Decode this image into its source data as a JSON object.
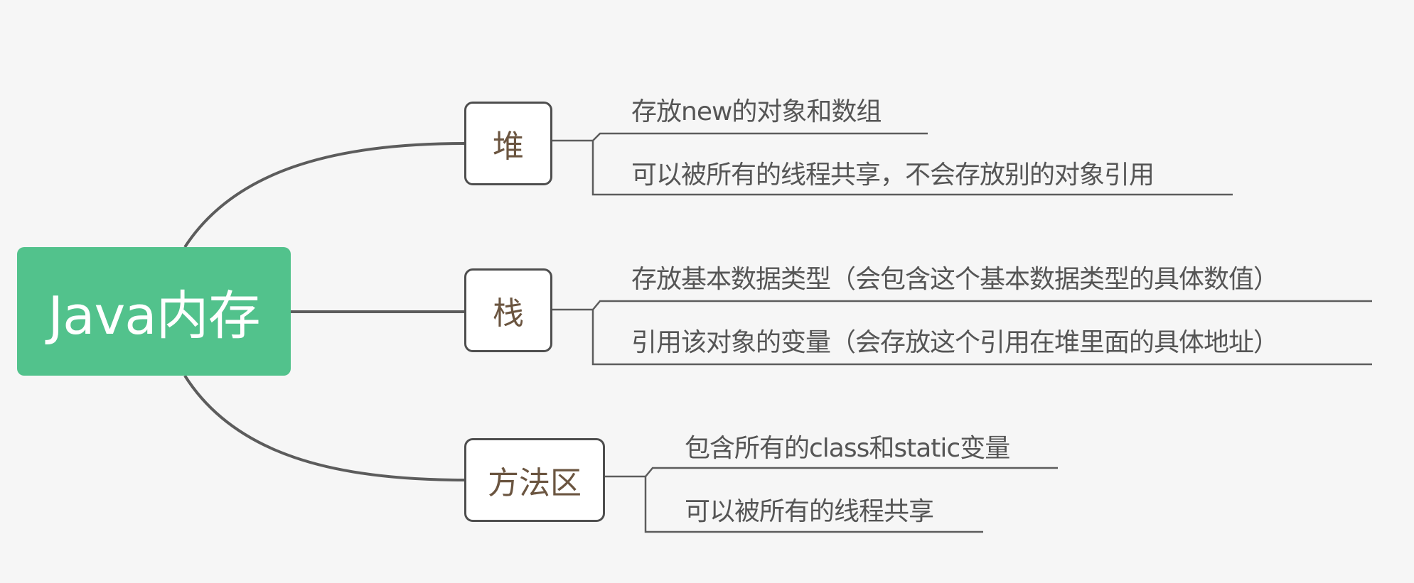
{
  "root": {
    "label": "Java内存"
  },
  "branches": [
    {
      "label": "堆",
      "items": [
        "存放new的对象和数组",
        "可以被所有的线程共享，不会存放别的对象引用"
      ]
    },
    {
      "label": "栈",
      "items": [
        "存放基本数据类型（会包含这个基本数据类型的具体数值）",
        "引用该对象的变量（会存放这个引用在堆里面的具体地址）"
      ]
    },
    {
      "label": "方法区",
      "items": [
        "包含所有的class和static变量",
        "可以被所有的线程共享"
      ]
    }
  ],
  "colors": {
    "background": "#f6f6f6",
    "root_fill": "#52c28c",
    "root_text": "#ffffff",
    "connector": "#4e4e4e",
    "branch_text": "#6b5540",
    "leaf_text": "#555555"
  }
}
